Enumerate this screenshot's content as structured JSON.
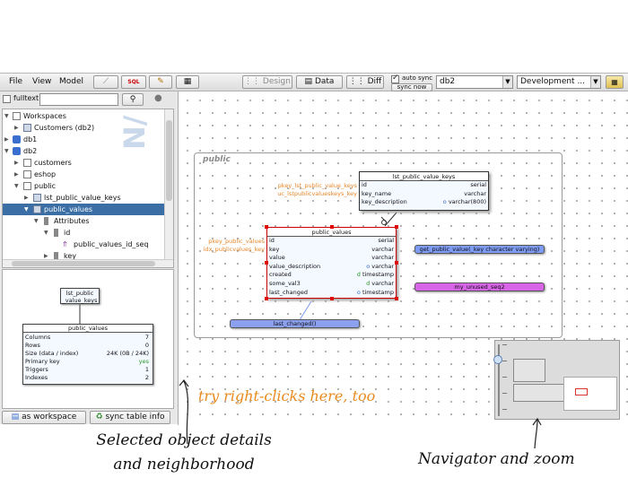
{
  "menu": [
    "File",
    "View",
    "Model"
  ],
  "toolbar": {
    "design": "Design",
    "data": "Data",
    "diff": "Diff",
    "auto_sync": "auto sync",
    "sync_now": "sync now",
    "connection": "db2",
    "environment": "Development ..."
  },
  "search": {
    "fulltext_label": "fulltext",
    "value": ""
  },
  "tree": [
    {
      "label": "Workspaces",
      "icon": "folder-icon",
      "expanded": true
    },
    {
      "label": "Customers (db2)",
      "icon": "workspace-icon"
    },
    {
      "label": "db1",
      "icon": "database-icon"
    },
    {
      "label": "db2",
      "icon": "database-icon",
      "expanded": true
    },
    {
      "label": "customers",
      "icon": "schema-icon"
    },
    {
      "label": "eshop",
      "icon": "schema-icon"
    },
    {
      "label": "public",
      "icon": "schema-icon",
      "expanded": true
    },
    {
      "label": "lst_public_value_keys",
      "icon": "table-icon"
    },
    {
      "label": "public_values",
      "icon": "table-icon",
      "selected": true
    },
    {
      "label": "Attributes",
      "icon": "attributes-icon"
    },
    {
      "label": "id",
      "icon": "column-icon"
    },
    {
      "label": "public_values_id_seq",
      "icon": "sequence-icon"
    },
    {
      "label": "key",
      "icon": "column-icon"
    }
  ],
  "tree_watermark": "N/ - test",
  "neighborhood": {
    "neighbor_table": "lst_public\n_value_keys",
    "table_name": "public_values",
    "details": [
      {
        "label": "Columns",
        "value": "7"
      },
      {
        "label": "Rows",
        "value": "0"
      },
      {
        "label": "Size (data / index)",
        "value": "24K (0B / 24K)"
      },
      {
        "label": "Primary key",
        "value": "yes"
      },
      {
        "label": "Triggers",
        "value": "1"
      },
      {
        "label": "Indexes",
        "value": "2"
      }
    ]
  },
  "buttons": {
    "as_workspace": "as workspace",
    "sync_table_info": "sync table info"
  },
  "diagram": {
    "schema_name": "public",
    "lst_table": {
      "name": "lst_public_value_keys",
      "rows": [
        {
          "name": "id",
          "type": "serial"
        },
        {
          "name": "key_name",
          "type": "varchar"
        },
        {
          "name": "key_description",
          "type": "varchar(800)"
        }
      ]
    },
    "lst_refs": [
      "pkey_lst_public_value_keys",
      "uc_lstpublicvalueskeys_key"
    ],
    "pv_table": {
      "name": "public_values",
      "rows": [
        {
          "name": "id",
          "type": "serial"
        },
        {
          "name": "key",
          "type": "varchar"
        },
        {
          "name": "value",
          "type": "varchar"
        },
        {
          "name": "value_description",
          "type": "varchar"
        },
        {
          "name": "created",
          "type": "timestamp"
        },
        {
          "name": "some_val3",
          "type": "varchar"
        },
        {
          "name": "last_changed",
          "type": "timestamp"
        }
      ]
    },
    "pv_refs": [
      "pkey_public_values",
      "idx_publicvalues_key"
    ],
    "function_pill": "get_public_value(_key character varying)",
    "sequence_pill": "my_unused_seq2",
    "trigger_pill": "last_changed()"
  },
  "annotations": {
    "right_click": "try right-clicks here, too",
    "details": "Selected object details\nand neighborhood",
    "navigator": "Navigator and zoom"
  },
  "colors": {
    "selection": "#3b6ea5",
    "ref_text": "#e8872a",
    "function_pill": "#7f9cf5",
    "sequence_pill": "#d865e8",
    "trigger_pill": "#8ca0f0",
    "annotation_orange": "#e98a1e"
  }
}
